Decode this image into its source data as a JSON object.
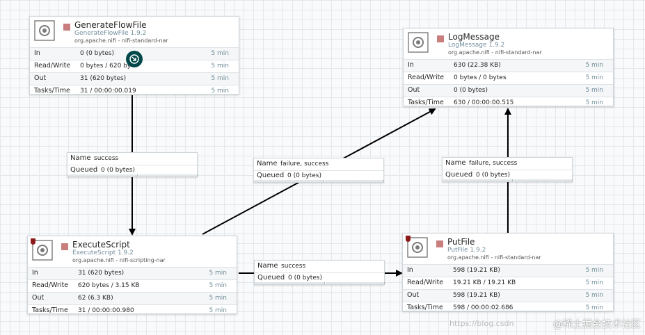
{
  "processors": [
    {
      "name": "GenerateFlowFile",
      "type": "GenerateFlowFile 1.9.2",
      "bundle": "org.apache.nifi - nifi-standard-nar",
      "stats": [
        {
          "label": "In",
          "value": "0 (0 bytes)",
          "time": "5 min"
        },
        {
          "label": "Read/Write",
          "value": "0 bytes / 620 by",
          "time": "5 min"
        },
        {
          "label": "Out",
          "value": "31 (620 bytes)",
          "time": "5 min"
        },
        {
          "label": "Tasks/Time",
          "value": "31 / 00:00:00.019",
          "time": "5 min"
        }
      ]
    },
    {
      "name": "LogMessage",
      "type": "LogMessage 1.9.2",
      "bundle": "org.apache.nifi - nifi-standard-nar",
      "stats": [
        {
          "label": "In",
          "value": "630 (22.38 KB)",
          "time": "5 min"
        },
        {
          "label": "Read/Write",
          "value": "0 bytes / 0 bytes",
          "time": "5 min"
        },
        {
          "label": "Out",
          "value": "0 (0 bytes)",
          "time": "5 min"
        },
        {
          "label": "Tasks/Time",
          "value": "630 / 00:00:00.515",
          "time": "5 min"
        }
      ]
    },
    {
      "name": "ExecuteScript",
      "type": "ExecuteScript 1.9.2",
      "bundle": "org.apache.nifi - nifi-scripting-nar",
      "stats": [
        {
          "label": "In",
          "value": "31 (620 bytes)",
          "time": "5 min"
        },
        {
          "label": "Read/Write",
          "value": "620 bytes / 3.15 KB",
          "time": "5 min"
        },
        {
          "label": "Out",
          "value": "62 (6.3 KB)",
          "time": "5 min"
        },
        {
          "label": "Tasks/Time",
          "value": "31 / 00:00:00.980",
          "time": "5 min"
        }
      ]
    },
    {
      "name": "PutFile",
      "type": "PutFile 1.9.2",
      "bundle": "org.apache.nifi - nifi-standard-nar",
      "stats": [
        {
          "label": "In",
          "value": "598 (19.21 KB)",
          "time": "5 min"
        },
        {
          "label": "Read/Write",
          "value": "19.21 KB / 19.21 KB",
          "time": "5 min"
        },
        {
          "label": "Out",
          "value": "598 (19.21 KB)",
          "time": "5 min"
        },
        {
          "label": "Tasks/Time",
          "value": "598 / 00:00:02.686",
          "time": "5 min"
        }
      ]
    }
  ],
  "connections": [
    {
      "name_label": "Name",
      "name": "success",
      "queued_label": "Queued",
      "queued": "0 (0 bytes)"
    },
    {
      "name_label": "Name",
      "name": "failure, success",
      "queued_label": "Queued",
      "queued": "0 (0 bytes)"
    },
    {
      "name_label": "Name",
      "name": "failure, success",
      "queued_label": "Queued",
      "queued": "0 (0 bytes)"
    },
    {
      "name_label": "Name",
      "name": "success",
      "queued_label": "Queued",
      "queued": "0 (0 bytes)"
    }
  ],
  "watermark": "@稀土掘金技术社区",
  "watermark_url": "https://blog.csdn",
  "colors": {
    "stopped": "#c97e7e",
    "running_badge": "#004849",
    "type_text": "#728e9b",
    "restricted_shield": "#8c1a1a"
  }
}
